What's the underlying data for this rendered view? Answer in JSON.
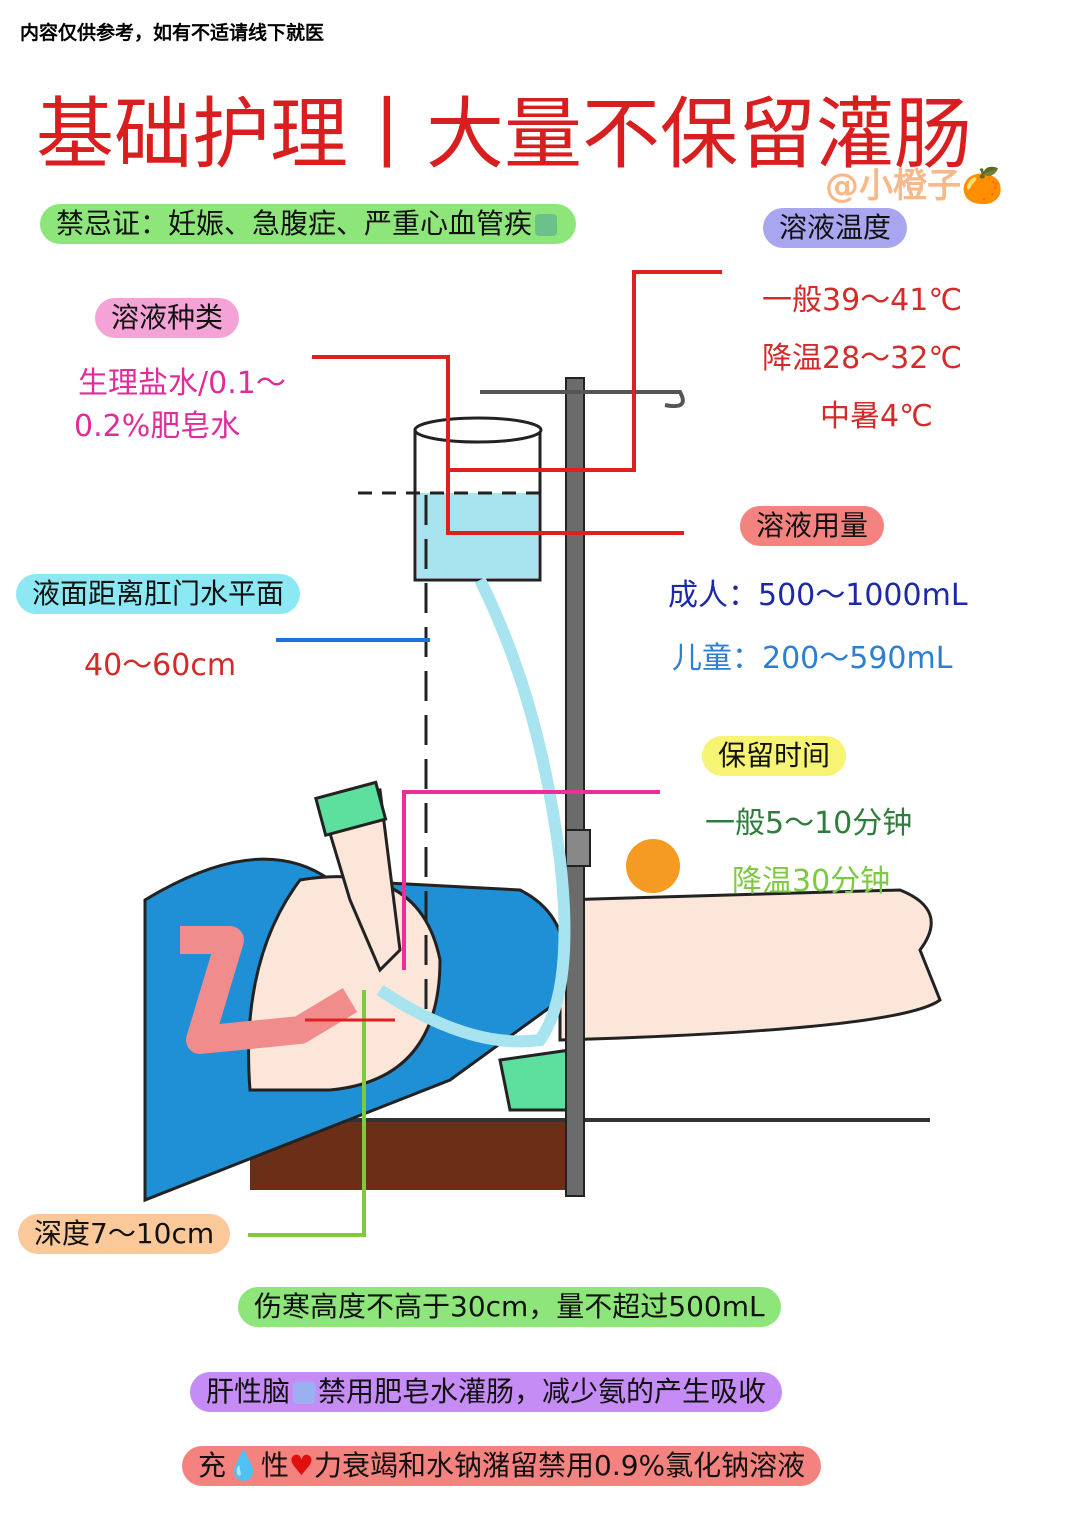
{
  "disclaimer": "内容仅供参考，如有不适请线下就医",
  "title": "基础护理丨大量不保留灌肠",
  "watermark": "@小橙子🍊",
  "contraindication": {
    "text": "禁忌证：妊娠、急腹症、严重心血管疾",
    "icon": "green-box-emoji"
  },
  "temperature": {
    "label": "溶液温度",
    "lines": [
      "一般39～41℃",
      "降温28～32℃",
      "中暑4℃"
    ]
  },
  "solution_type": {
    "label": "溶液种类",
    "lines": [
      "生理盐水/0.1～",
      "0.2%肥皂水"
    ]
  },
  "volume": {
    "label": "溶液用量",
    "lines": [
      "成人：500～1000mL",
      "儿童：200～590mL"
    ]
  },
  "height": {
    "label": "液面距离肛门水平面",
    "value": "40～60cm"
  },
  "retention": {
    "label": "保留时间",
    "lines": [
      "一般5～10分钟",
      "降温30分钟"
    ]
  },
  "depth": {
    "label": "深度7～10cm"
  },
  "notes": [
    {
      "pre": "伤寒高度不高于30cm，量不超过500mL",
      "post": "",
      "color": "#8ee57a"
    },
    {
      "pre": "肝性脑",
      "post": "禁用肥皂水灌肠，减少氨的产生吸收",
      "color": "#c58cf5",
      "icon": "blue-box-emoji"
    },
    {
      "pre": "充",
      "mid": "性",
      "post": "力衰竭和水钠潴留禁用0.9%氯化钠溶液",
      "color": "#f4837f",
      "icons": [
        "blood-drop-emoji",
        "red-heart-emoji"
      ]
    }
  ],
  "colors": {
    "title": "#d81e1e",
    "pole": "#6b6b6b",
    "water": "#a8e4ef",
    "blanket": "#1f8fd6",
    "skin": "#fbe6d9",
    "bed": "#6b2e17"
  }
}
